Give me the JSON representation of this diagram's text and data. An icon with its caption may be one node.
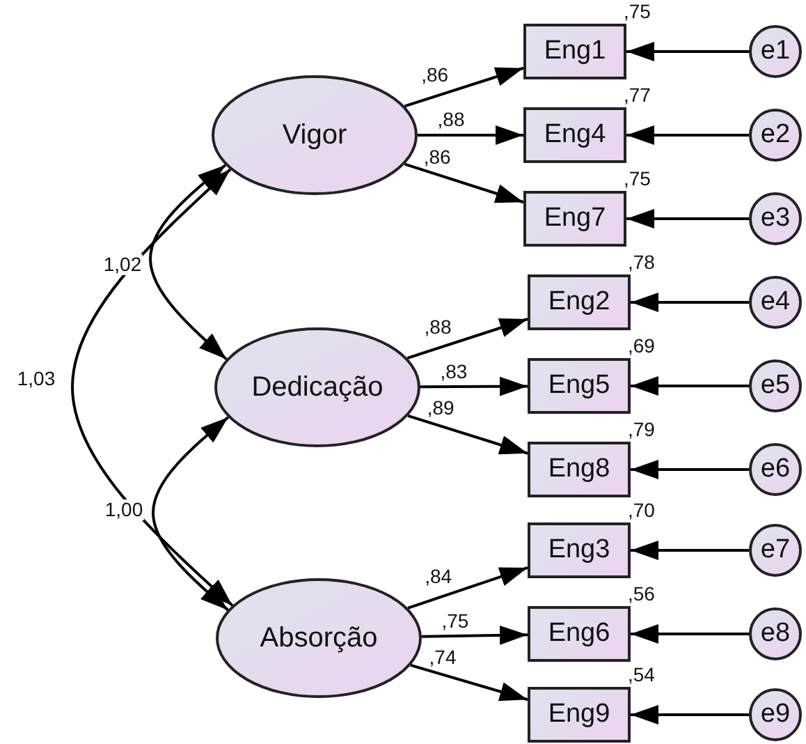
{
  "diagram": {
    "nodes": [
      {
        "text": [
          "Vigor"
        ]
      },
      {
        "text": [
          "Dedicação"
        ]
      },
      {
        "text": [
          "Absorção"
        ]
      },
      {
        "text": [
          "Eng1"
        ],
        "beside": [
          ",75"
        ]
      },
      {
        "text": [
          "Eng4"
        ],
        "beside": [
          ",77"
        ]
      },
      {
        "text": [
          "Eng7"
        ],
        "beside": [
          ",75"
        ]
      },
      {
        "text": [
          "Eng2"
        ],
        "beside": [
          ",78"
        ]
      },
      {
        "text": [
          "Eng5"
        ],
        "beside": [
          ",69"
        ]
      },
      {
        "text": [
          "Eng8"
        ],
        "beside": [
          ",79"
        ]
      },
      {
        "text": [
          "Eng3"
        ],
        "beside": [
          ",70"
        ]
      },
      {
        "text": [
          "Eng6"
        ],
        "beside": [
          ",56"
        ]
      },
      {
        "text": [
          "Eng9"
        ],
        "beside": [
          ",54"
        ]
      },
      {
        "text": [
          "e1"
        ]
      },
      {
        "text": [
          "e2"
        ]
      },
      {
        "text": [
          "e3"
        ]
      },
      {
        "text": [
          "e4"
        ]
      },
      {
        "text": [
          "e5"
        ]
      },
      {
        "text": [
          "e6"
        ]
      },
      {
        "text": [
          "e7"
        ]
      },
      {
        "text": [
          "e8"
        ]
      },
      {
        "text": [
          "e9"
        ]
      }
    ],
    "edges": [
      {
        "from": 0,
        "to": 3,
        "arrow": "to",
        "label": ",86"
      },
      {
        "from": 0,
        "to": 4,
        "arrow": "to",
        "label": ",88"
      },
      {
        "from": 0,
        "to": 5,
        "arrow": "to",
        "label": ",86"
      },
      {
        "from": 1,
        "to": 6,
        "arrow": "to",
        "label": ",88"
      },
      {
        "from": 1,
        "to": 7,
        "arrow": "to",
        "label": ",83"
      },
      {
        "from": 1,
        "to": 8,
        "arrow": "to",
        "label": ",89"
      },
      {
        "from": 2,
        "to": 9,
        "arrow": "to",
        "label": ",84"
      },
      {
        "from": 2,
        "to": 10,
        "arrow": "to",
        "label": ",75"
      },
      {
        "from": 2,
        "to": 11,
        "arrow": "to",
        "label": ",74"
      },
      {
        "from": 12,
        "to": 3,
        "arrow": "to"
      },
      {
        "from": 13,
        "to": 4,
        "arrow": "to"
      },
      {
        "from": 14,
        "to": 5,
        "arrow": "to"
      },
      {
        "from": 15,
        "to": 6,
        "arrow": "to"
      },
      {
        "from": 16,
        "to": 7,
        "arrow": "to"
      },
      {
        "from": 17,
        "to": 8,
        "arrow": "to"
      },
      {
        "from": 18,
        "to": 9,
        "arrow": "to"
      },
      {
        "from": 19,
        "to": 10,
        "arrow": "to"
      },
      {
        "from": 20,
        "to": 11,
        "arrow": "to"
      },
      {
        "from": 0,
        "to": 1,
        "arrow": "both",
        "label": "1,02"
      },
      {
        "from": 0,
        "to": 2,
        "arrow": "both",
        "label": "1,03"
      },
      {
        "from": 1,
        "to": 2,
        "arrow": "both",
        "label": "1,00"
      }
    ]
  }
}
